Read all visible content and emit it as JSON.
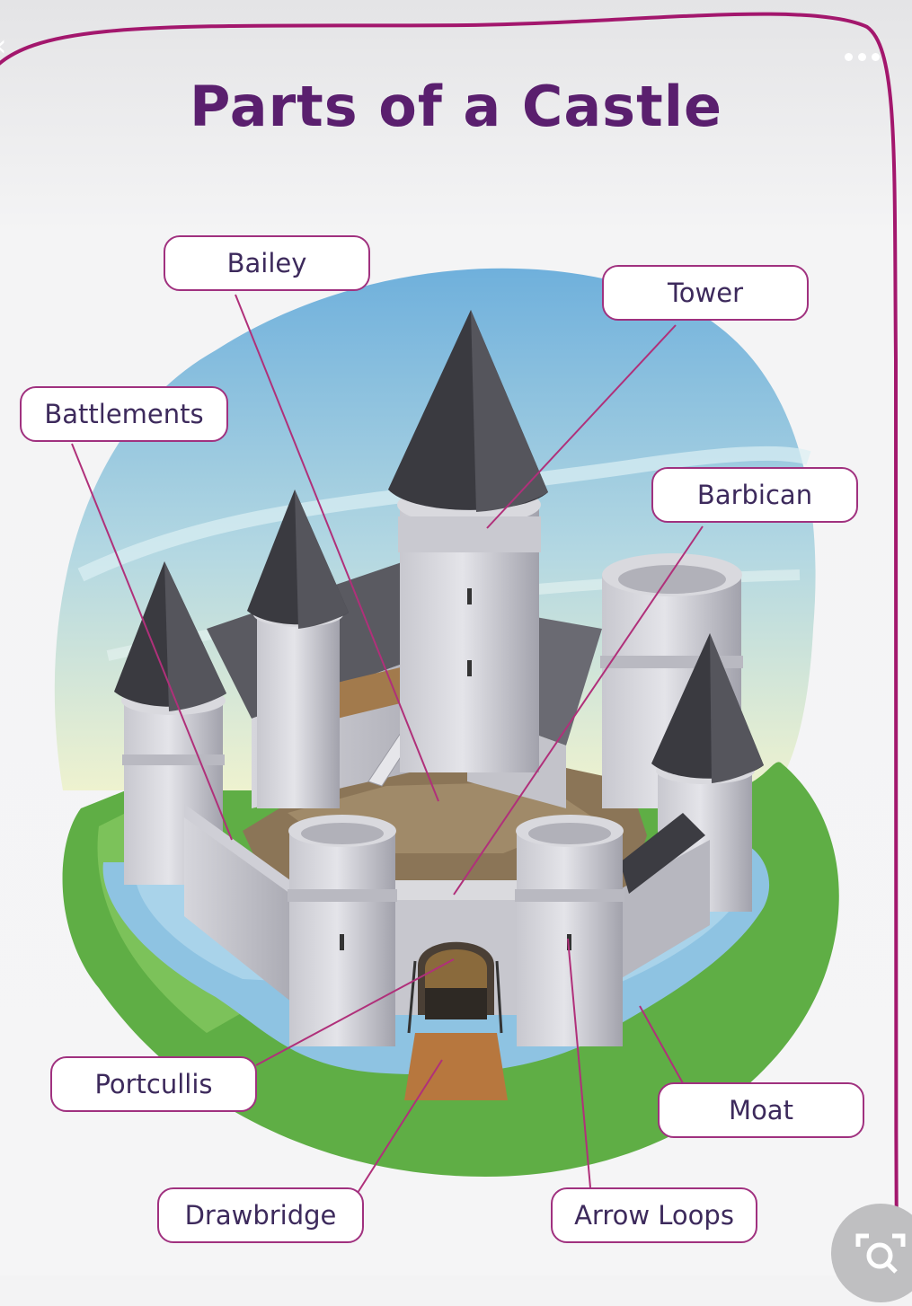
{
  "title": "Parts of a Castle",
  "labels": {
    "bailey": "Bailey",
    "tower": "Tower",
    "battlements": "Battlements",
    "barbican": "Barbican",
    "portcullis": "Portcullis",
    "moat": "Moat",
    "drawbridge": "Drawbridge",
    "arrow_loops": "Arrow Loops"
  },
  "icons": {
    "back": "chevron-left-icon",
    "more": "more-dots-icon",
    "visual_search": "visual-search-icon"
  },
  "colors": {
    "title": "#5a1f6e",
    "label_border": "#a0317f",
    "leader_line": "#b0307a",
    "frame": "#a3176d"
  }
}
